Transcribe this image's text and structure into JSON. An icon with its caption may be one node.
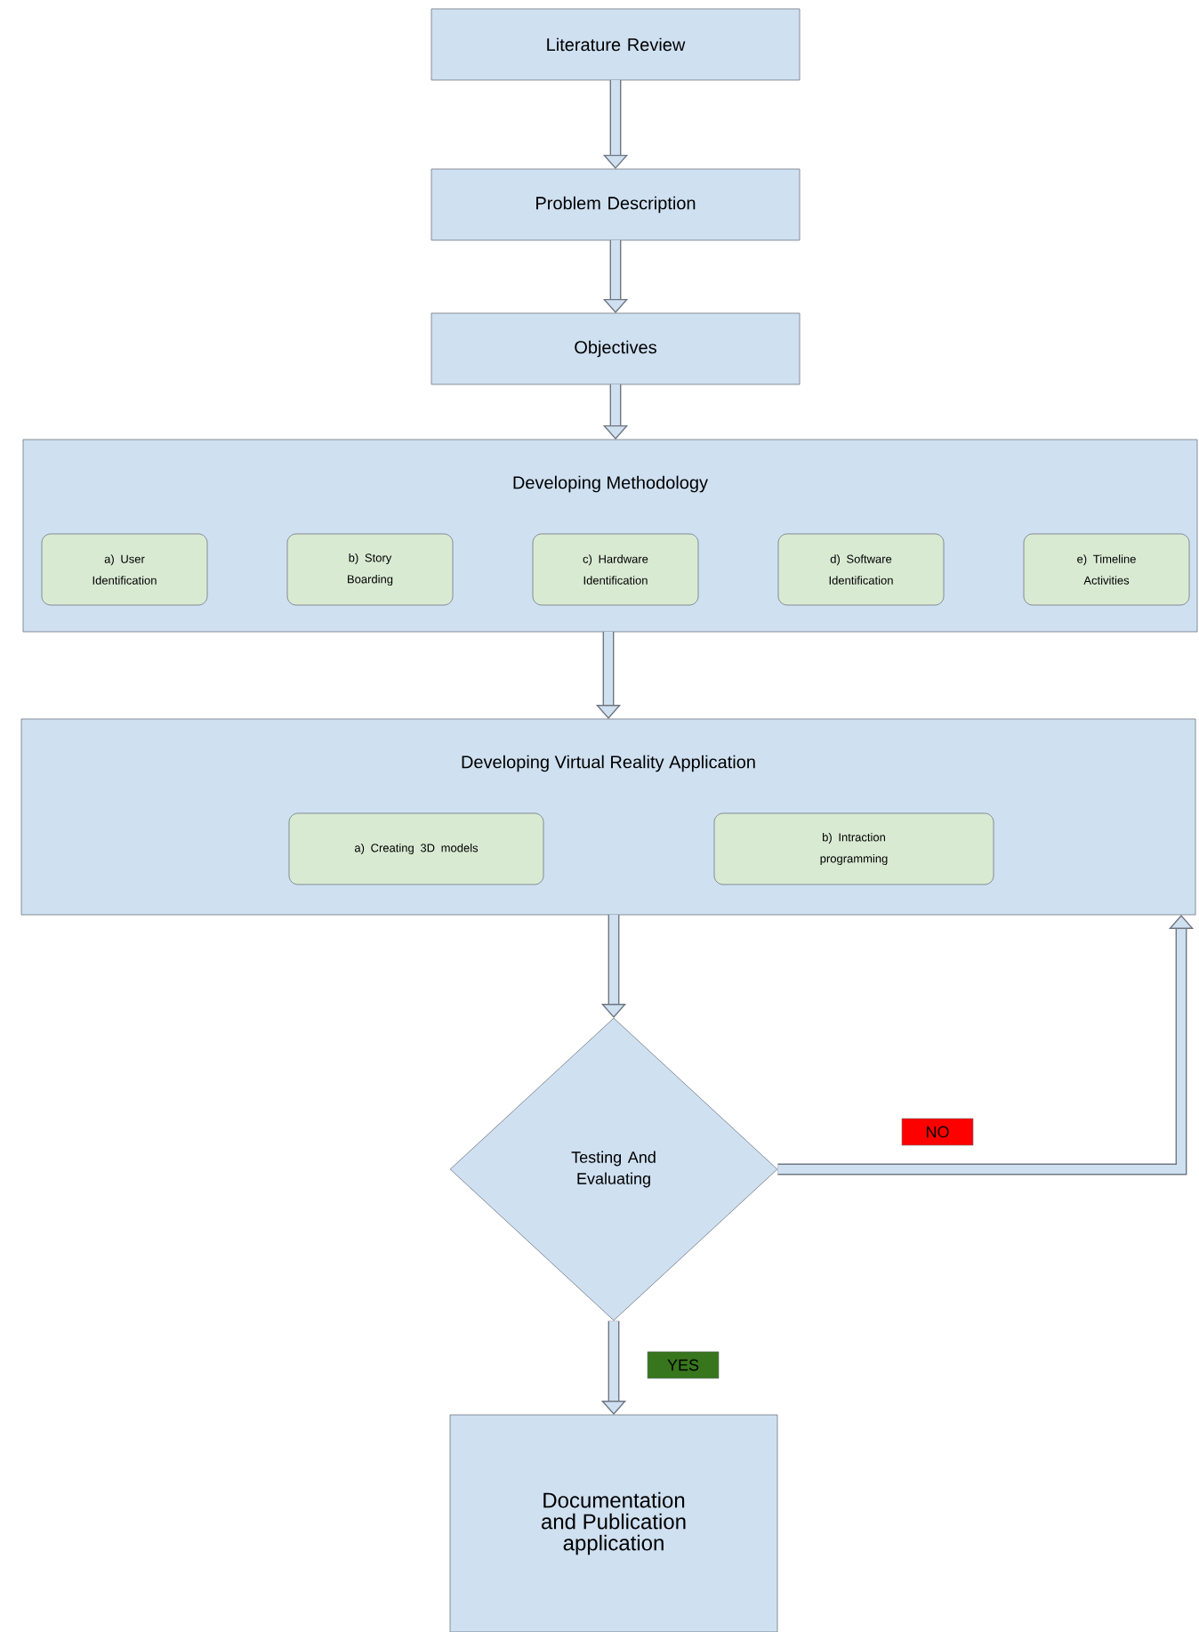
{
  "diagram": {
    "nodes": [
      {
        "text": [
          "Literature Review"
        ]
      },
      {
        "text": [
          "Problem Description"
        ]
      },
      {
        "text": [
          "Objectives"
        ]
      },
      {
        "text": [
          "Developing Methodology"
        ]
      },
      {
        "text": [
          "a) User Identification"
        ],
        "in": 3
      },
      {
        "text": [
          "b) Story Boarding"
        ],
        "in": 3
      },
      {
        "text": [
          "c) Hardware Identification"
        ],
        "in": 3
      },
      {
        "text": [
          "d) Software Identification"
        ],
        "in": 3
      },
      {
        "text": [
          "e) Timeline Activities"
        ],
        "in": 3
      },
      {
        "text": [
          "Developing Virtual Reality Application"
        ]
      },
      {
        "text": [
          "a) Creating 3D models"
        ],
        "in": 9
      },
      {
        "text": [
          "b) Intraction programming"
        ],
        "in": 9
      },
      {
        "text": [
          "Testing And Evaluating"
        ]
      },
      {
        "text": [
          "Documentation and Publication application"
        ]
      }
    ],
    "edges": [
      {
        "from": 0,
        "to": 1,
        "arrow": "to"
      },
      {
        "from": 1,
        "to": 2,
        "arrow": "to"
      },
      {
        "from": 2,
        "to": 3,
        "arrow": "to"
      },
      {
        "from": 3,
        "to": 9,
        "arrow": "to"
      },
      {
        "from": 9,
        "to": 12,
        "arrow": "to"
      },
      {
        "from": 12,
        "to": 9,
        "arrow": "to",
        "label": "NO"
      },
      {
        "from": 12,
        "to": 13,
        "arrow": "to",
        "label": "YES"
      }
    ]
  }
}
